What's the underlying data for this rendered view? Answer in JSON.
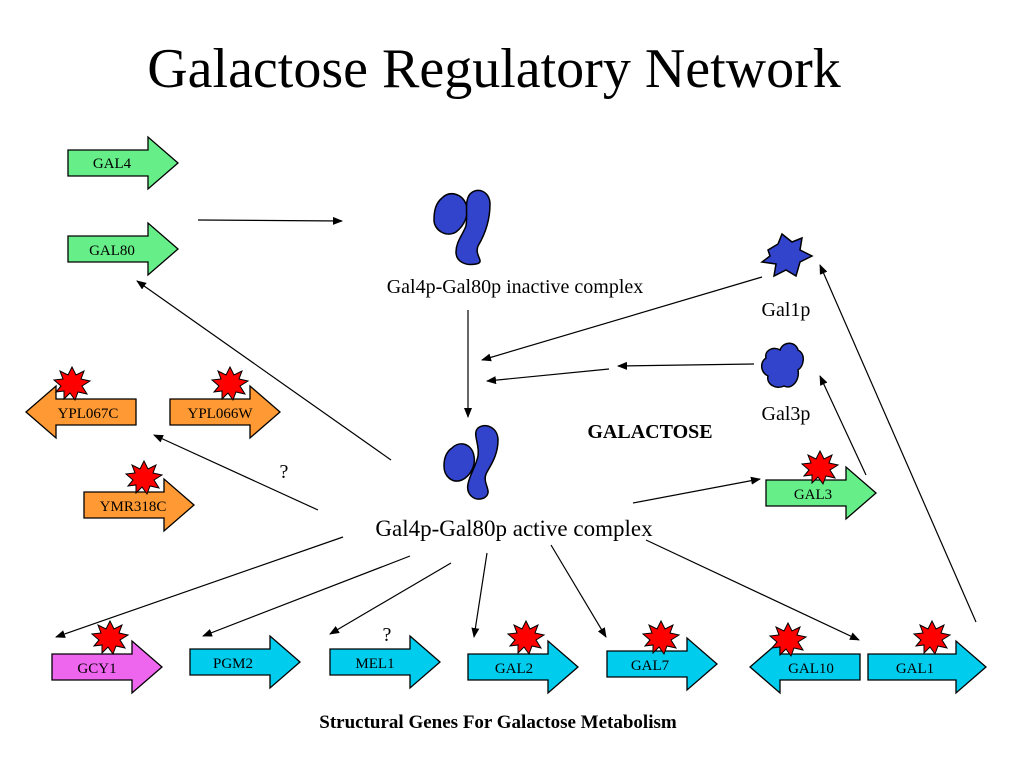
{
  "title": "Galactose Regulatory Network",
  "genes": {
    "gal4": "GAL4",
    "gal80": "GAL80",
    "ypl067c": "YPL067C",
    "ypl066w": "YPL066W",
    "ymr318c": "YMR318C",
    "gal3": "GAL3",
    "gcy1": "GCY1",
    "pgm2": "PGM2",
    "mel1": "MEL1",
    "gal2": "GAL2",
    "gal7": "GAL7",
    "gal10": "GAL10",
    "gal1": "GAL1"
  },
  "labels": {
    "inactive_complex": "Gal4p-Gal80p inactive complex",
    "active_complex": "Gal4p-Gal80p active complex",
    "gal1p": "Gal1p",
    "gal3p": "Gal3p",
    "galactose": "GALACTOSE",
    "question_1": "?",
    "question_2": "?",
    "footer": "Structural Genes For Galactose Metabolism"
  },
  "colors": {
    "transcription_factor": "#66ee88",
    "other_orf": "#ff9933",
    "gcy1": "#ee66ee",
    "structural": "#00ccee",
    "protein": "#3344cc",
    "induced_marker": "#ff0000"
  }
}
